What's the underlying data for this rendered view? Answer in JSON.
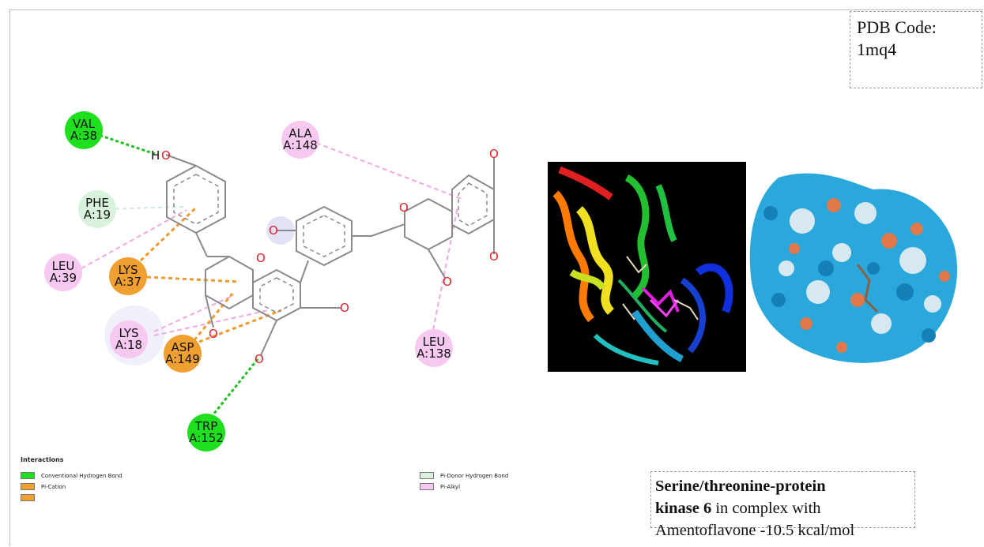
{
  "pdb": {
    "label": "PDB Code:",
    "code": "1mq4"
  },
  "caption": {
    "bold1": "Serine/threonine-protein",
    "bold2": "kinase 6",
    "rest2": " in complex with",
    "line3": "Amentoflavone -10.5 kcal/mol"
  },
  "ligand_atoms": {
    "hydroxyl_oxygen": "O",
    "ring_oxygen": "O",
    "hydrogen": "H"
  },
  "residues": [
    {
      "name": "VAL",
      "num": "A:38",
      "type": "conventional-hb"
    },
    {
      "name": "PHE",
      "num": "A:19",
      "type": "pi-donor-hb"
    },
    {
      "name": "LEU",
      "num": "A:39",
      "type": "pi-alkyl"
    },
    {
      "name": "LYS",
      "num": "A:37",
      "type": "pi-cation"
    },
    {
      "name": "LYS",
      "num": "A:18",
      "type": "pi-alkyl"
    },
    {
      "name": "ASP",
      "num": "A:149",
      "type": "pi-anion"
    },
    {
      "name": "TRP",
      "num": "A:152",
      "type": "conventional-hb"
    },
    {
      "name": "ALA",
      "num": "A:148",
      "type": "pi-alkyl"
    },
    {
      "name": "LEU",
      "num": "A:138",
      "type": "pi-alkyl"
    }
  ],
  "legend": {
    "title": "Interactions",
    "items": [
      {
        "label": "Conventional Hydrogen Bond",
        "color": "#1ee01e"
      },
      {
        "label": "Pi-Cation",
        "color": "#f0a030"
      },
      {
        "label": "Pi-Donor Hydrogen Bond",
        "color": "#d8f2dc"
      },
      {
        "label": "Pi-Alkyl",
        "color": "#f7c8f0"
      }
    ],
    "cut_off_color": "#f0a030"
  },
  "colors": {
    "conventional_hb": "#1ee01e",
    "pi_cation": "#f0a030",
    "pi_donor": "#d8f2dc",
    "pi_alkyl": "#f7c8f0",
    "bond": "#8a8a8a",
    "oxygen": "#e8202a"
  },
  "images": {
    "ribbon": "protein-ribbon-image",
    "surface": "protein-surface-image"
  }
}
